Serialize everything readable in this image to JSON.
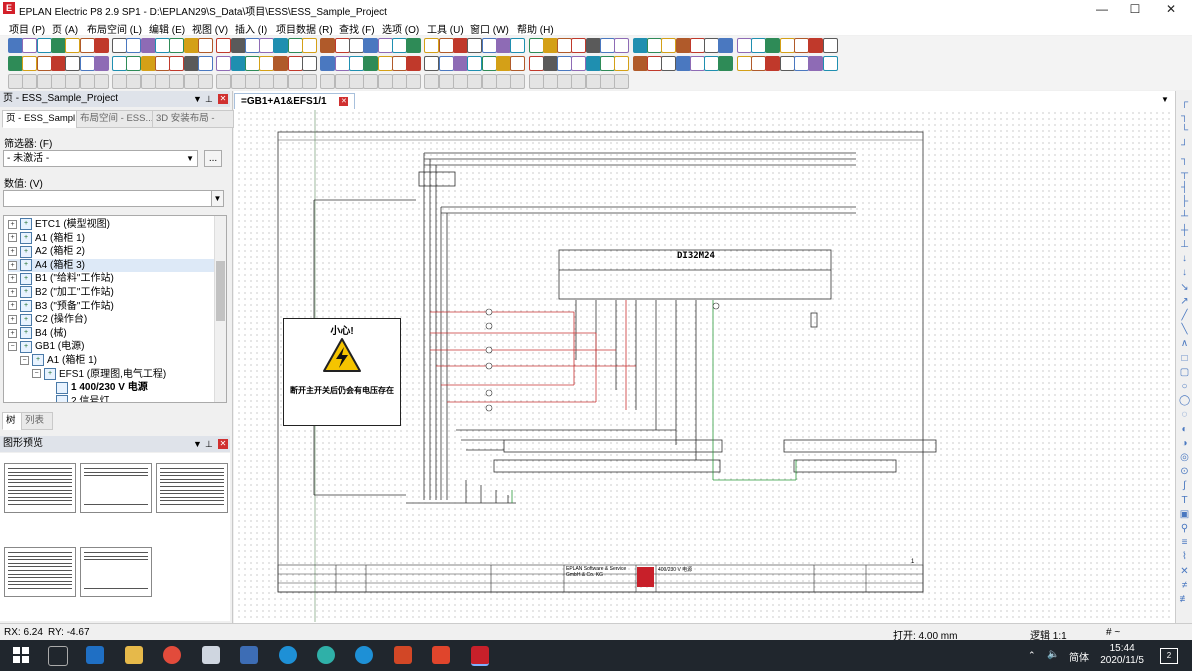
{
  "window": {
    "title": "EPLAN Electric P8 2.9 SP1 - D:\\EPLAN29\\S_Data\\项目\\ESS\\ESS_Sample_Project",
    "icon": "eplan-app-icon",
    "controls": {
      "minimize": "—",
      "maximize": "☐",
      "close": "✕"
    }
  },
  "menu": [
    "项目 (P)",
    "页 (A)",
    "布局空间 (L)",
    "编辑 (E)",
    "视图 (V)",
    "插入 (I)",
    "项目数据 (R)",
    "查找 (F)",
    "选项 (O)",
    "工具 (U)",
    "窗口 (W)",
    "帮助 (H)"
  ],
  "page_panel": {
    "title": "页 - ESS_Sample_Project",
    "tabs": [
      "页 - ESS_Sampl...",
      "布局空间 - ESS...",
      "3D 安装布局 -"
    ],
    "filter_label": "筛选器: (F)",
    "filter_value": "- 未激活 -",
    "browse_button": "...",
    "value_label": "数值: (V)",
    "tree": [
      {
        "label": "ETC1 (模型视图)",
        "level": 1,
        "expander": "+",
        "selected": false
      },
      {
        "label": "A1 (箱柜 1)",
        "level": 1,
        "expander": "+",
        "selected": false
      },
      {
        "label": "A2 (箱柜 2)",
        "level": 1,
        "expander": "+",
        "selected": false
      },
      {
        "label": "A4 (箱柜 3)",
        "level": 1,
        "expander": "+",
        "selected": true
      },
      {
        "label": "B1 (\"给料\"工作站)",
        "level": 1,
        "expander": "+",
        "selected": false
      },
      {
        "label": "B2 (\"加工\"工作站)",
        "level": 1,
        "expander": "+",
        "selected": false
      },
      {
        "label": "B3 (\"预备\"工作站)",
        "level": 1,
        "expander": "+",
        "selected": false
      },
      {
        "label": "C2 (操作台)",
        "level": 1,
        "expander": "+",
        "selected": false
      },
      {
        "label": "B4 (械)",
        "level": 1,
        "expander": "+",
        "selected": false
      },
      {
        "label": "GB1 (电源)",
        "level": 1,
        "expander": "−",
        "selected": false
      },
      {
        "label": "A1 (箱柜 1)",
        "level": 2,
        "expander": "−",
        "selected": false
      },
      {
        "label": "EFS1 (原理图,电气工程)",
        "level": 3,
        "expander": "−",
        "selected": false
      },
      {
        "label": "1 400/230 V 电源",
        "level": 4,
        "expander": "",
        "selected": false,
        "bold": true
      },
      {
        "label": "2 信号灯",
        "level": 4,
        "expander": "",
        "selected": false
      }
    ],
    "bottom_tabs": [
      "树",
      "列表"
    ]
  },
  "preview_panel": {
    "title": "图形预览",
    "thumbnail_count": 5
  },
  "document": {
    "tab_label": "=GB1+A1&EFS1/1",
    "warning": {
      "title": "小心!",
      "text": "断开主开关后仍会有电压存在"
    },
    "plc_label": "DI32M24",
    "titleblock": {
      "company": "EPLAN Software & Service GmbH & Co. KG",
      "page_desc": "400/230 V 电源",
      "page_no": "1"
    }
  },
  "status": {
    "rx": "RX: 6.24",
    "ry": "RY: -4.67",
    "snap": "打开: 4.00 mm",
    "logic": "逻辑 1:1",
    "hash": "# ~"
  },
  "taskbar": {
    "tray_lang": "简体",
    "time": "15:44",
    "date": "2020/11/5",
    "notifications": "2"
  }
}
